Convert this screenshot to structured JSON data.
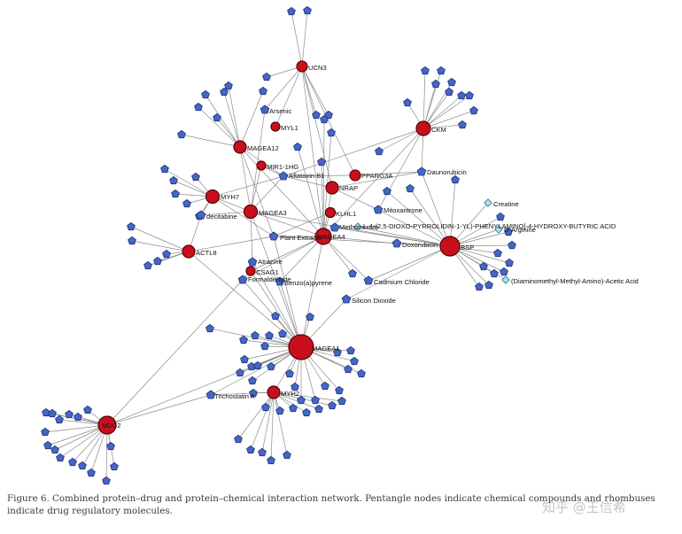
{
  "figure": {
    "caption": "Figure 6. Combined protein–drug and protein–chemical interaction network. Pentangle nodes indicate chemical compounds and rhombuses indicate drug regulatory molecules.",
    "watermark": "知乎 @王信希",
    "colors": {
      "gene": "#c8101c",
      "chemical": "#4466c4",
      "regulatory": "#a9e4ea",
      "edge": "#8c8c8c"
    },
    "node_shapes": {
      "gene": "circle",
      "chemical": "pentagon",
      "regulatory": "rhombus"
    }
  },
  "network": {
    "genes": [
      "UCN3",
      "MYL1",
      "MAGEA12",
      "MIR1-1HG",
      "MYH7",
      "MAGEA3",
      "ACTL8",
      "CSAG1",
      "NRAP",
      "KLHL1",
      "PPARGC1A",
      "MAGEA4",
      "CKM",
      "IBSP",
      "MAGEA1",
      "MYH2",
      "MUC2"
    ],
    "chemicals": [
      "Arsenic",
      "Aflatoxin B1",
      "Daunorubicin",
      "Mitoxantrone",
      "decitabine",
      "Plant Extracts",
      "Methotrexate",
      "Doxorubicin",
      "Atrazine",
      "Formaldehyde",
      "Benzo(a)pyrene",
      "Cadmium Chloride",
      "Silicon Dioxide",
      "Trichostatin A"
    ],
    "regulators": [
      "Creatine",
      "L-4-(2,5-DIOXO-PYRROLIDIN-1-YL)-PHENYLAMINO]-4-HYDROXY-BUTYRIC ACID",
      "D-Arginine",
      "(Diaminomethyl-Methyl-Amino)-Acetic Acid"
    ],
    "labels": {
      "UCN3": "UCN3",
      "MYL1": "MYL1",
      "MAGEA12": "MAGEA12",
      "MIR1_1HG": "MIR1-1HG",
      "MYH7": "MYH7",
      "MAGEA3": "MAGEA3",
      "ACTL8": "ACTL8",
      "CSAG1": "CSAG1",
      "NRAP": "NRAP",
      "KLHL1": "KLHL1",
      "PPARGC1A": "PPARG3A",
      "MAGEA4": "MAGEA4",
      "CKM": "CKM",
      "IBSP": "IBSP",
      "MAGEA1": "MAGEA1",
      "MYH2": "MYH2",
      "MUC2": "MUC2",
      "Arsenic": "Arsenic",
      "Aflatoxin": "Aflatoxin B1",
      "Daunorubicin": "Daunorubicin",
      "Mitoxantrone": "Mitoxantrone",
      "decitabine": "decitabine",
      "PlantExtracts": "Plant Extracts",
      "Methotrexate": "Methotrexate",
      "Doxorubicin": "Doxorubicin",
      "Atrazine": "Atrazine",
      "Formaldehyde": "Formaldehyde",
      "Benzopyrene": "Benzo(a)pyrene",
      "Cadmium": "Cadmium Chloride",
      "Silicon": "Silicon Dioxide",
      "Trichostatin": "Trichostatin A",
      "Creatine": "Creatine",
      "DPB": "L-4-(2,5-DIOXO-PYRROLIDIN-1-YL)-PHENYLAMINO]-4-HYDROXY-BUTYRIC ACID",
      "DArginine": "D-Arginine",
      "DMAA": "(Diaminomethyl-Methyl-Amino)-Acetic Acid"
    }
  }
}
